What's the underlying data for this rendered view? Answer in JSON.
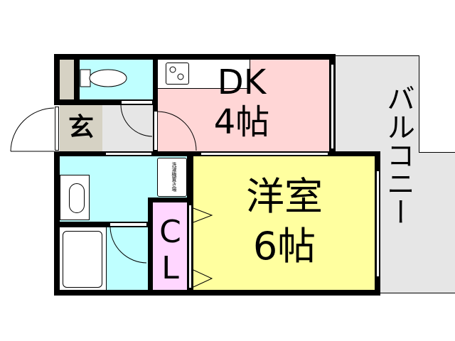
{
  "rooms": {
    "dk": {
      "name": "DK",
      "size": "4帖",
      "color": "#ffd6d6"
    },
    "western": {
      "name": "洋室",
      "size": "6帖",
      "color": "#ffff9f"
    },
    "closet": {
      "name": "C",
      "name2": "L",
      "color": "#ffd6ff"
    },
    "entrance": {
      "name": "玄",
      "color": "#d6d2c4"
    },
    "balcony": {
      "name": "バルコニー",
      "color": "#e6e6e6"
    },
    "washer": {
      "name": "洗濯機置き場"
    },
    "wet_color": "#bfffff",
    "hall_color": "#e6e6e6"
  }
}
